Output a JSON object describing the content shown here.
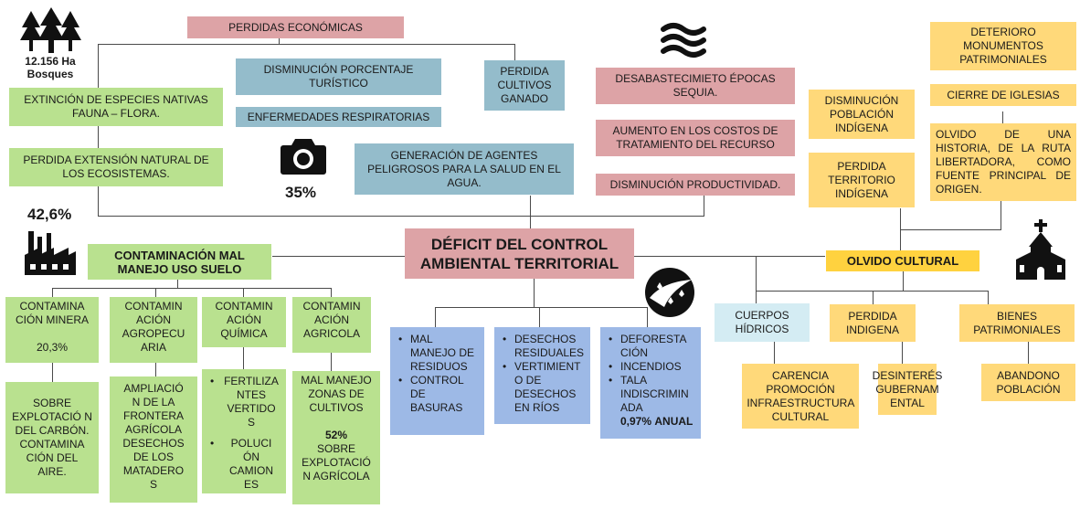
{
  "icons": {
    "forest": "forest-icon",
    "waves": "water-waves-icon",
    "camera": "camera-icon",
    "factory": "factory-icon",
    "church": "church-icon",
    "logo": "bird-logo-icon"
  },
  "stats": {
    "forest_area": "12.156 Ha",
    "forest_label": "Bosques",
    "tourism_pct": "35%",
    "industry_pct": "42,6%"
  },
  "center": {
    "title": "DÉFICIT DEL CONTROL AMBIENTAL TERRITORIAL"
  },
  "top": {
    "economic_losses": "PERDIDAS ECONÓMICAS",
    "species_extinction": "EXTINCIÓN DE ESPECIES NATIVAS FAUNA – FLORA.",
    "ecosystem_loss": "PERDIDA EXTENSIÓN NATURAL DE LOS ECOSISTEMAS.",
    "tourism_decrease": "DISMINUCIÓN PORCENTAJE TURÍSTICO",
    "respiratory": "ENFERMEDADES RESPIRATORIAS",
    "crop_loss": "PERDIDA CULTIVOS GANADO",
    "agents": "GENERACIÓN DE AGENTES PELIGROSOS PARA LA SALUD EN EL AGUA.",
    "water_shortage": "DESABASTECIMIETO ÉPOCAS SEQUIA.",
    "treatment_costs": "AUMENTO EN LOS COSTOS DE TRATAMIENTO DEL RECURSO",
    "productivity": "DISMINUCIÓN PRODUCTIVIDAD.",
    "monuments": "DETERIORO MONUMENTOS PATRIMONIALES",
    "churches": "CIERRE DE IGLESIAS",
    "history": "OLVIDO DE UNA HISTORIA, DE LA RUTA LIBERTADORA, COMO FUENTE PRINCIPAL DE ORIGEN.",
    "indigenous_decrease": "DISMINUCIÓN POBLACIÓN INDÍGENA",
    "indigenous_territory": "PERDIDA TERRITORIO INDÍGENA"
  },
  "left": {
    "title": "CONTAMINACIÓN MAL MANEJO USO SUELO",
    "mining": "CONTAMINA CIÓN MINERA",
    "mining_pct": "20,3%",
    "mining_detail": "SOBRE EXPLOTACIÓ N DEL CARBÓN. CONTAMINA CIÓN DEL AIRE.",
    "agro": "CONTAMIN ACIÓN AGROPECU ARIA",
    "agro_detail": "AMPLIACIÓ N DE LA FRONTERA AGRÍCOLA DESECHOS DE LOS MATADERO S",
    "chemical": "CONTAMIN ACIÓN QUÍMICA",
    "chemical_items": [
      "FERTILIZA NTES VERTIDO S",
      "POLUCI ÓN CAMION ES"
    ],
    "agricola": "CONTAMIN ACIÓN AGRICOLA",
    "agricola_detail_a": "MAL MANEJO ZONAS DE CULTIVOS",
    "agricola_pct": "52%",
    "agricola_detail_b": "SOBRE EXPLOTACIÓ N AGRÍCOLA"
  },
  "bottom_center": {
    "col1": [
      "MAL MANEJO DE RESIDUOS",
      "CONTROL DE BASURAS"
    ],
    "col2": [
      "DESECHOS RESIDUALES",
      "VERTIMIENT O DE DESECHOS EN RÍOS"
    ],
    "col3_a": "DEFORESTA CIÓN",
    "col3_b": "INCENDIOS",
    "col3_c": "TALA INDISCRIMIN ADA",
    "col3_pct": "0,97%",
    "col3_unit": "ANUAL"
  },
  "right": {
    "title": "OLVIDO CULTURAL",
    "water_bodies": "CUERPOS HÍDRICOS",
    "indigenous_loss": "PERDIDA INDIGENA",
    "heritage": "BIENES PATRIMONIALES",
    "promotion": "CARENCIA PROMOCIÓN INFRAESTRUCTURA CULTURAL",
    "disinterest": "DESINTERÉS GUBERNAM ENTAL",
    "abandonment": "ABANDONO POBLACIÓN"
  },
  "colors": {
    "pink": "#dda3a6",
    "blue": "#94bccb",
    "green": "#b9e18f",
    "yellow": "#ffd97a",
    "gold": "#ffd23f",
    "light_blue": "#d4ecf3",
    "corn_blue": "#9db9e6"
  }
}
